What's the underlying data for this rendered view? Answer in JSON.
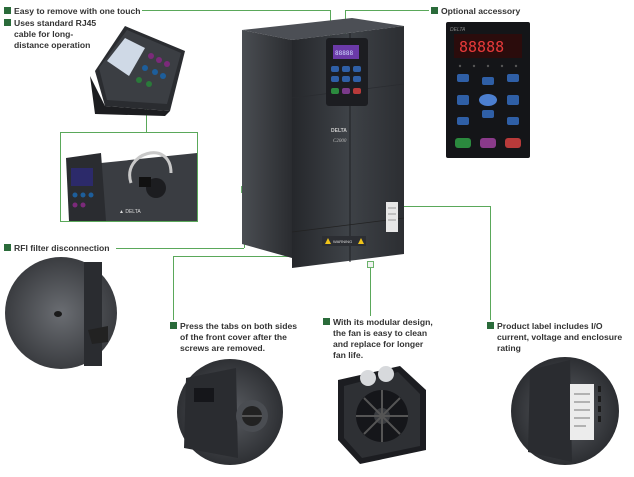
{
  "callouts": {
    "easy_remove": "Easy to remove with one touch",
    "rj45_line1": "Uses standard RJ45",
    "rj45_line2": "cable for long-",
    "rj45_line3": "distance operation",
    "optional_accessory": "Optional accessory",
    "rfi_filter": "RFI filter disconnection",
    "press_tabs_line1": "Press the tabs on both sides",
    "press_tabs_line2": "of the front cover after the",
    "press_tabs_line3": "screws are removed.",
    "fan_line1": "With its modular design,",
    "fan_line2": "the fan is easy to clean",
    "fan_line3": "and replace for longer",
    "fan_line4": "fan life.",
    "label_line1": "Product label includes I/O",
    "label_line2": "current, voltage and enclosure",
    "label_line3": "rating"
  },
  "keypad": {
    "display": "88888",
    "brand": "DELTA"
  },
  "drive": {
    "brand": "DELTA",
    "model": "C2000",
    "warning": "WARNING"
  },
  "colors": {
    "accent_green": "#2a6b3a",
    "line_green": "#5aa85a",
    "drive_body": "#3a3d42"
  }
}
